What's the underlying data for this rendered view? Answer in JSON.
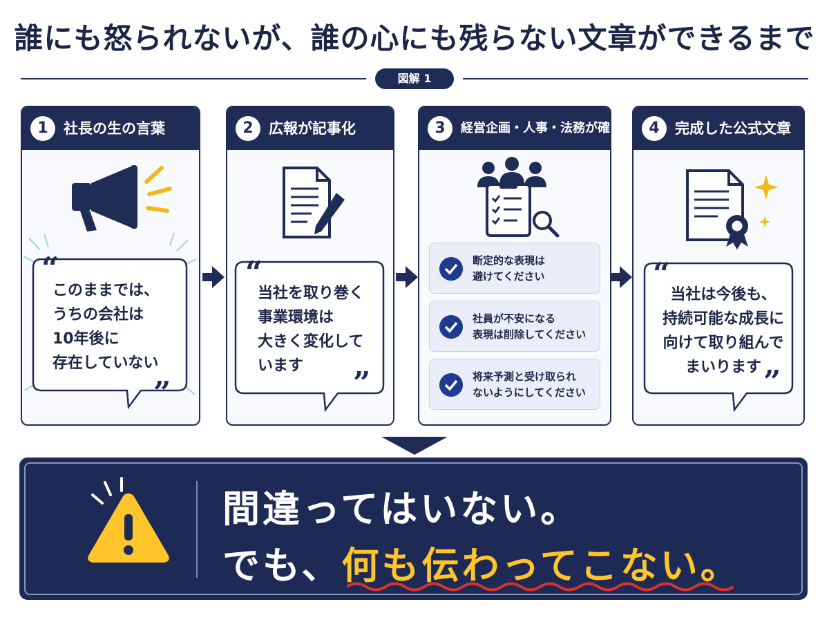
{
  "title": "誰にも怒られないが、誰の心にも残らない文章ができるまで",
  "figure_label": "図解 1",
  "colors": {
    "navy": "#1f2c55",
    "accent_yellow": "#ffc52a",
    "check_blue": "#1f3b8f",
    "wave_red": "#d9322d"
  },
  "steps": [
    {
      "number": "1",
      "title": "社長の生の言葉",
      "icon": "megaphone-icon",
      "lines": [
        "このままでは、",
        "うちの会社は",
        "10年後に",
        "存在していない"
      ]
    },
    {
      "number": "2",
      "title": "広報が記事化",
      "icon": "document-pen-icon",
      "lines": [
        "当社を取り巻く",
        "事業環境は",
        "大きく変化して",
        "います"
      ]
    },
    {
      "number": "3",
      "title": "経営企画・人事・法務が確認",
      "icon": "team-checklist-icon",
      "checks": [
        {
          "lines": [
            "断定的な表現は",
            "避けてください"
          ]
        },
        {
          "lines": [
            "社員が不安になる",
            "表現は削除してください"
          ]
        },
        {
          "lines": [
            "将来予測と受け取られ",
            "ないようにしてください"
          ]
        }
      ]
    },
    {
      "number": "4",
      "title": "完成した公式文章",
      "icon": "certificate-icon",
      "lines": [
        "当社は今後も、",
        "持続可能な成長に",
        "向けて取り組んで",
        "まいります"
      ]
    }
  ],
  "quote_open": "“",
  "quote_close": "”",
  "conclusion": {
    "icon": "warning-icon",
    "line1": "間違ってはいない。",
    "line2_prefix": "でも、",
    "line2_highlight": "何も伝わってこない。"
  }
}
